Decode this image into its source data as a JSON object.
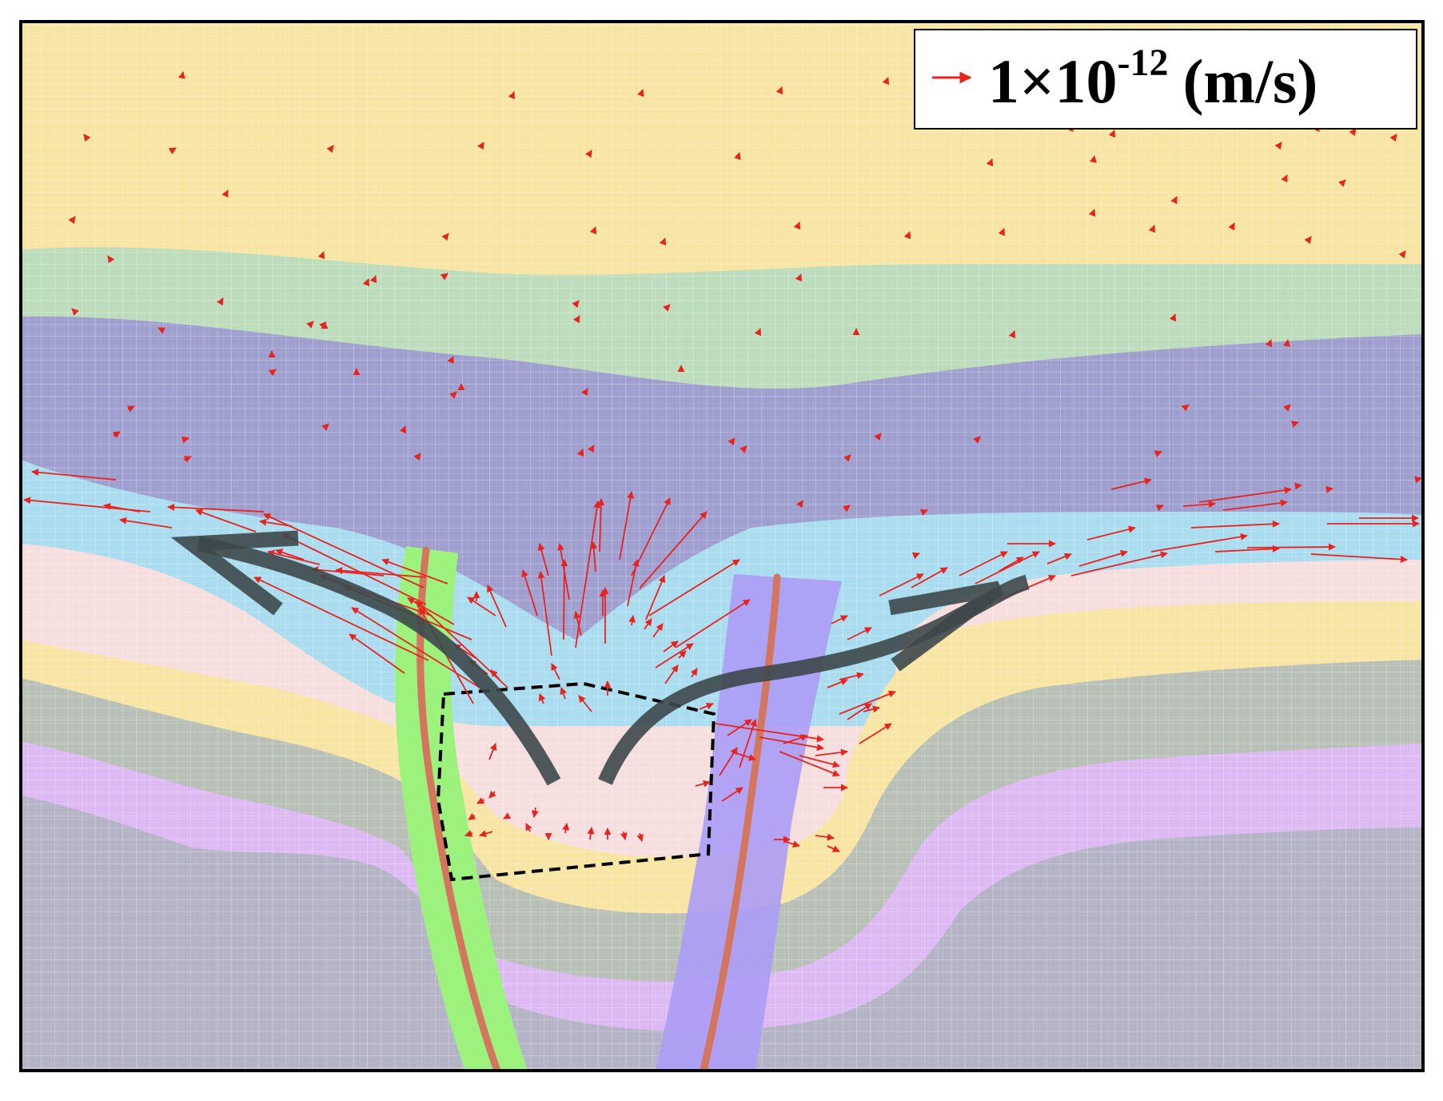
{
  "legend": {
    "mantissa": "1×10",
    "exponent": "-12",
    "unit": "(m/s)"
  },
  "colors": {
    "yellow_layer": "#f8e4a3",
    "green_layer": "#bcdcbb",
    "purple_layer": "#9e9fcf",
    "cyan_layer": "#a9dcef",
    "pink_layer": "#f6dede",
    "gray_layer": "#b8bfb6",
    "lilac_layer": "#dcb9f2",
    "deep_gray_layer": "#b4b3c6",
    "green_fault": "#9cf27c",
    "purple_fault": "#ac9cf6",
    "fault_core": "#d4765e",
    "velocity_arrow": "#e8231f",
    "flow_arrow": "#3d484a",
    "frame": "#000000"
  },
  "icons": {
    "legend_arrow": "red-arrow-icon",
    "flow_left": "big-flow-arrow-left-icon",
    "flow_right": "big-flow-arrow-right-icon"
  }
}
